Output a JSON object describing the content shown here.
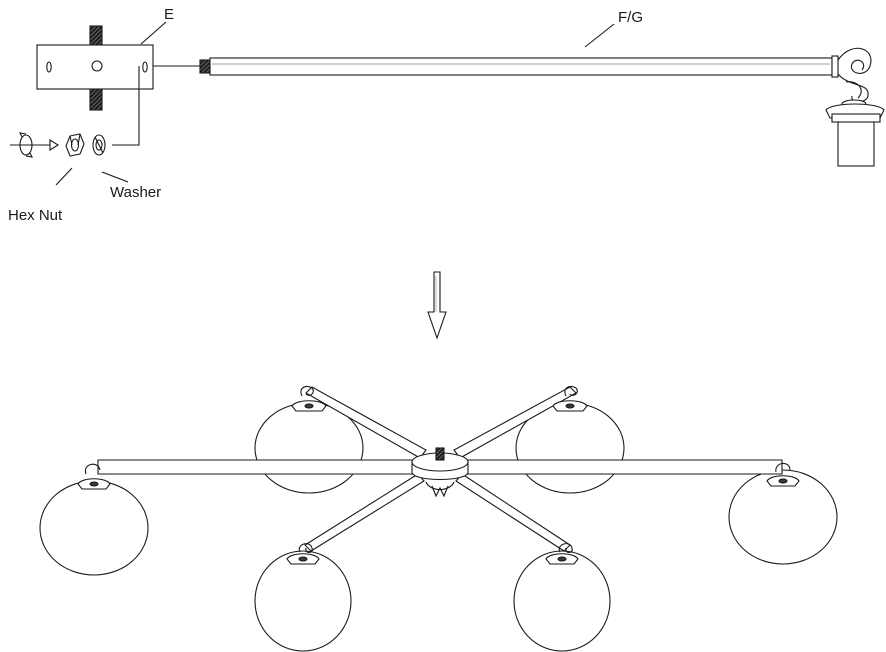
{
  "labels": {
    "hub_letter": "E",
    "arm_letter": "F/G",
    "hex_nut": "Hex Nut",
    "washer": "Washer"
  },
  "colors": {
    "line": "#1a1a1a",
    "fill": "#ffffff",
    "dark": "#3a3a3a",
    "shade": "#f5f5f5"
  },
  "icons": {
    "rotate": "rotate-arrow-icon",
    "down": "down-arrow-icon"
  }
}
